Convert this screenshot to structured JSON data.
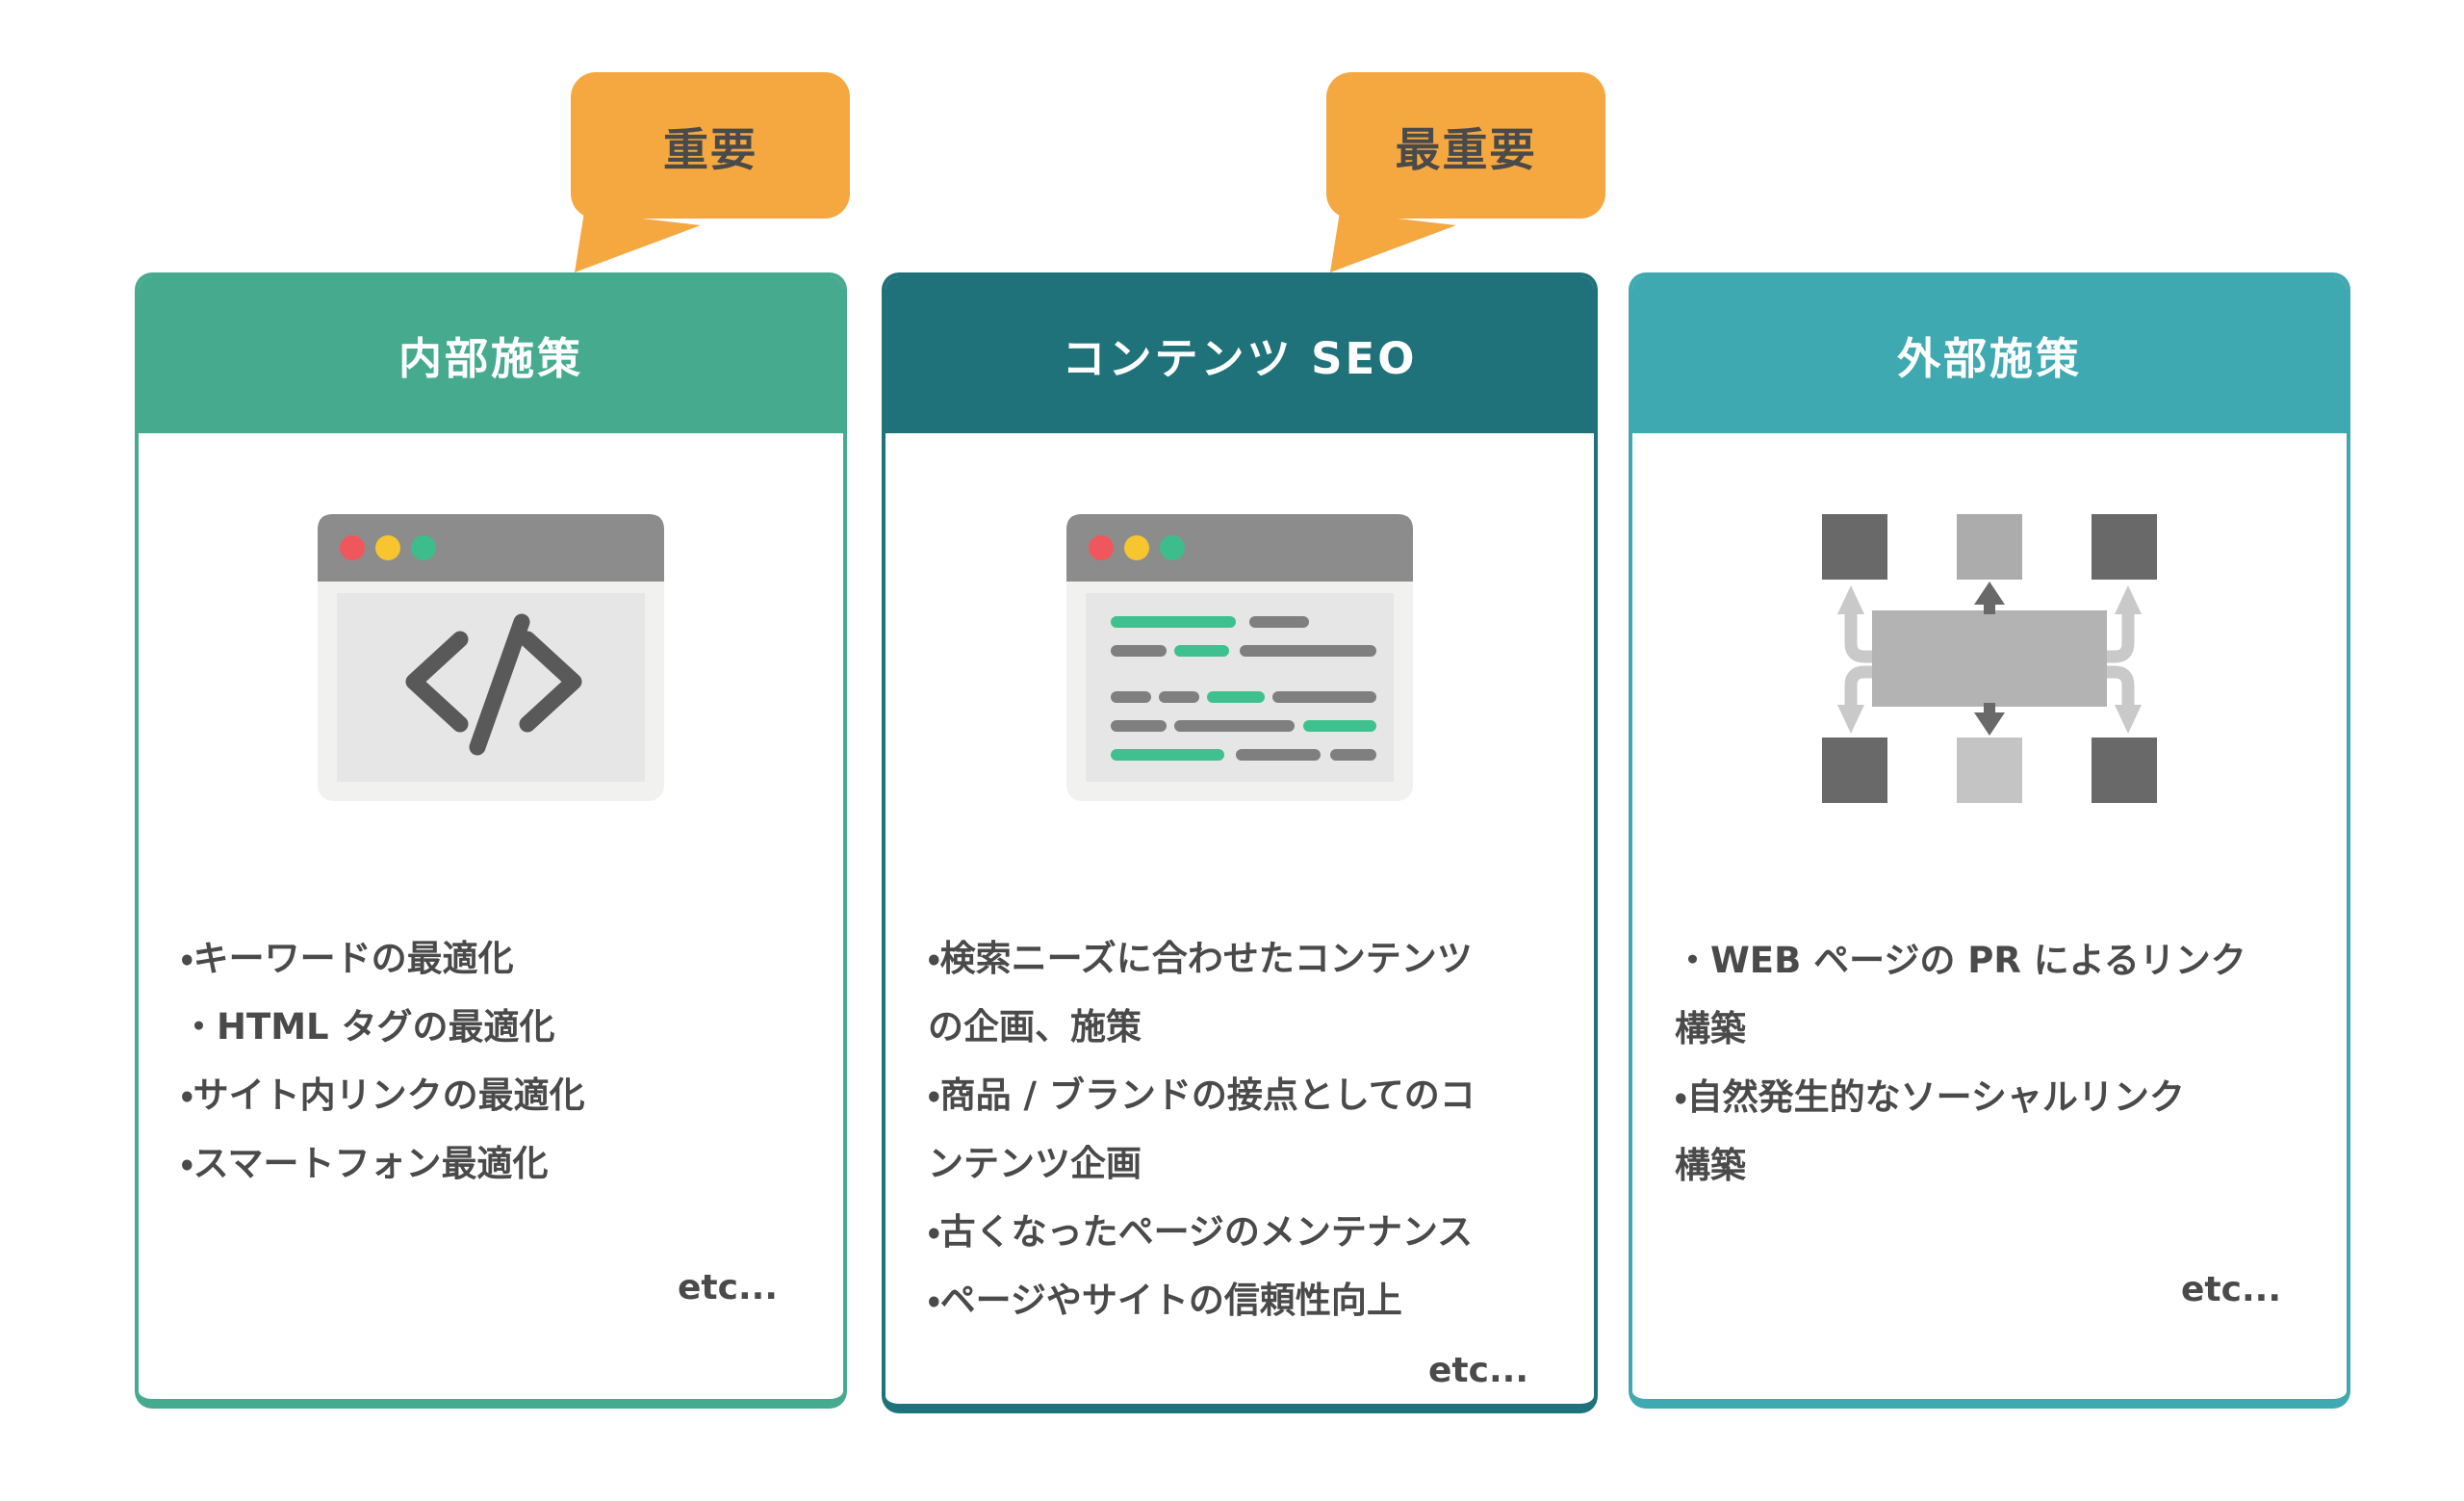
{
  "page": {
    "background": "#ffffff",
    "text_color": "#4A4A4A"
  },
  "bubbles": [
    {
      "label": "重要",
      "color": "#F6A840",
      "points_to": "内部施策"
    },
    {
      "label": "最重要",
      "color": "#F6A840",
      "points_to": "コンテンツ SEO"
    }
  ],
  "cards": [
    {
      "title": "内部施策",
      "header_color": "#46AB8E",
      "icon": "browser-code-icon",
      "items": [
        "・キーワードの最適化",
        "・HTML タグの最適化",
        "・サイト内リンクの最適化",
        "・スマートフォン最適化"
      ],
      "more": "etc..."
    },
    {
      "title": "コンテンツ SEO",
      "header_color": "#1F727A",
      "icon": "browser-content-icon",
      "items": [
        "・検索ニーズに合わせたコンテンツ\nの企画、施策",
        "・商品 / ブランドの接点としてのコ\nンテンツ企画",
        "・古くなったページのメンテナンス",
        "・ページやサイトの信頼性向上"
      ],
      "more": "etc..."
    },
    {
      "title": "外部施策",
      "header_color": "#3FA9B1",
      "icon": "link-network-icon",
      "items": [
        "・WEB ページの PR によるリンク\n構築",
        "・自然発生的なソーシャルリンク\n構築"
      ],
      "more": "etc..."
    }
  ],
  "icon_colors": {
    "browser_bar": "#8C8C8C",
    "browser_body": "#E6E6E6",
    "browser_frame": "#F1F1F0",
    "dot_red": "#F0575C",
    "dot_yellow": "#F6C52F",
    "dot_green": "#3DBD8C",
    "code_glyph": "#595959",
    "line_green": "#3EC18E",
    "line_gray": "#7F7F7F",
    "node_dark": "#696969",
    "node_light": "#ACACAC",
    "hub_gray": "#B3B3B3",
    "arrow_light": "#C9C9C9"
  }
}
